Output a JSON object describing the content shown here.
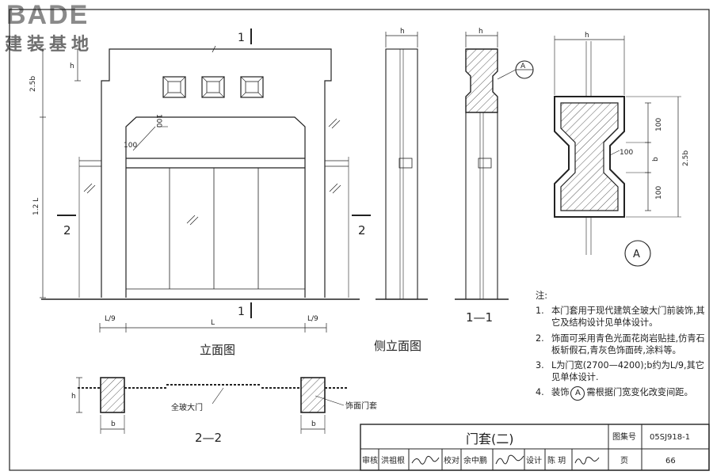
{
  "watermark": {
    "brand": "BADE",
    "sub": "建装基地"
  },
  "elevation": {
    "title": "立面图",
    "dim_h": "h",
    "dim_25b": "2.5b",
    "dim_12L": "1.2 L",
    "dim_100a": "100",
    "dim_100b": "100",
    "dim_L9_left": "L/9",
    "dim_L9_right": "L/9",
    "dim_L": "L",
    "section_1": "1",
    "section_2": "2"
  },
  "side": {
    "title": "侧立面图",
    "dim_h": "h"
  },
  "section11": {
    "title": "1—1",
    "dim_h": "h",
    "callout": "A"
  },
  "detailA": {
    "dim_h": "h",
    "dim_100_top": "100",
    "dim_100_mid": "100",
    "dim_b": "b",
    "dim_100_bot": "100",
    "dim_25b": "2.5b",
    "label": "A"
  },
  "section22": {
    "title": "2—2",
    "dim_h": "h",
    "dim_b_left": "b",
    "dim_b_right": "b",
    "label_glass": "全玻大门",
    "label_frame": "饰面门套"
  },
  "notes": {
    "heading": "注:",
    "items": [
      {
        "num": "1.",
        "text": "本门套用于现代建筑全玻大门前装饰,其它及结构设计见单体设计。"
      },
      {
        "num": "2.",
        "text": "饰面可采用青色光面花岗岩贴挂,仿青石板斩假石,青灰色饰面砖,涂料等。"
      },
      {
        "num": "3.",
        "text": "L为门宽(2700—4200);b约为L/9,其它见单体设计."
      },
      {
        "num": "4.",
        "pre": "装饰",
        "circle": "A",
        "post": "需根据门宽变化改变间距。"
      }
    ]
  },
  "titleblock": {
    "title": "门套(二)",
    "atlas_label": "图集号",
    "atlas_no": "05SJ918-1",
    "review_label": "审核",
    "review_name": "洪祖根",
    "check_label": "校对",
    "check_name": "余中鹏",
    "design_label": "设计",
    "design_name": "陈 玥",
    "page_label": "页",
    "page_no": "66"
  }
}
